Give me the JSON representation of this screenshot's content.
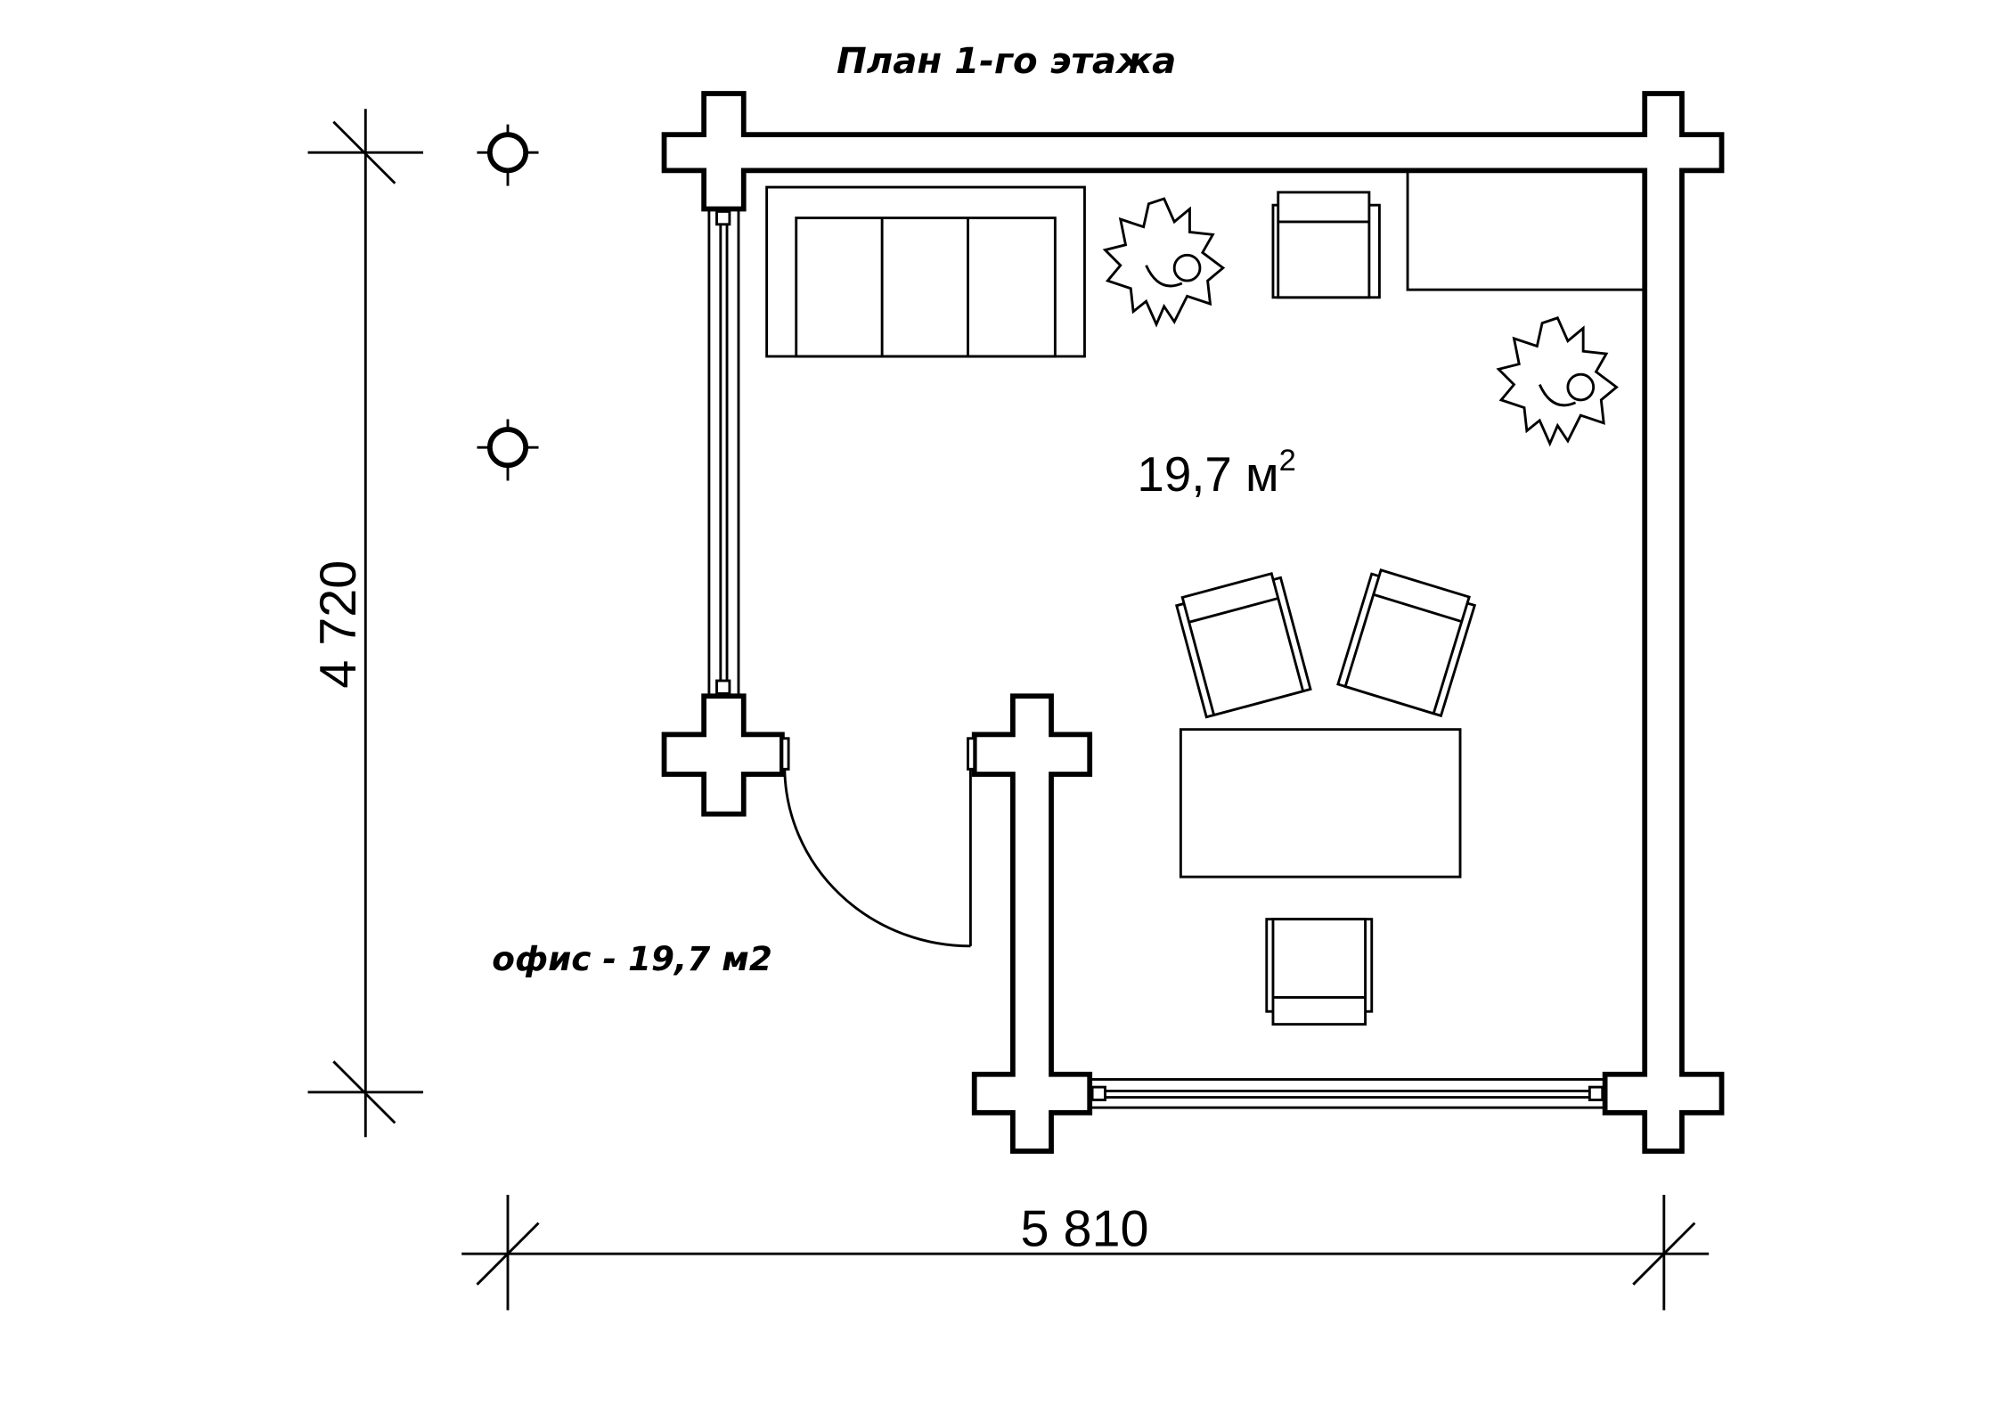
{
  "title": "План 1-го этажа",
  "room_area": {
    "value": "19,7 м",
    "sup": "2"
  },
  "room_label": "офис - 19,7 м2",
  "dimensions": {
    "height": "4 720",
    "width": "5 810"
  },
  "colors": {
    "line": "#000000",
    "background": "#ffffff"
  }
}
